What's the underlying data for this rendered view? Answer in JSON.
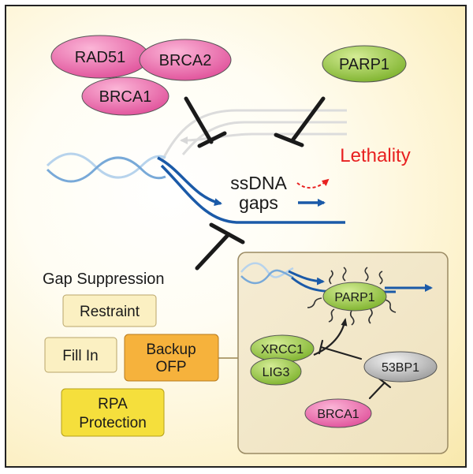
{
  "proteins": {
    "rad51": "RAD51",
    "brca2": "BRCA2",
    "brca1_top": "BRCA1",
    "parp1_top": "PARP1",
    "parp1_inset": "PARP1",
    "xrcc1": "XRCC1",
    "lig3": "LIG3",
    "bp53": "53BP1",
    "brca1_inset": "BRCA1"
  },
  "center": {
    "line1": "ssDNA",
    "line2": "gaps"
  },
  "outcome": "Lethality",
  "suppression": {
    "heading": "Gap Suppression",
    "restraint": "Restraint",
    "fill_in": "Fill In",
    "backup_line1": "Backup",
    "backup_line2": "OFP",
    "rpa_line1": "RPA",
    "rpa_line2": "Protection"
  },
  "colors": {
    "pink": "#e95aa0",
    "green": "#8ec33b",
    "gray": "#b8b8b8",
    "dna_dark": "#1b5aa8",
    "lethality_red": "#e82020",
    "orange_box": "#f6b23c",
    "yellow_box": "#f5df3c",
    "cream_box": "#fbf0c2"
  }
}
